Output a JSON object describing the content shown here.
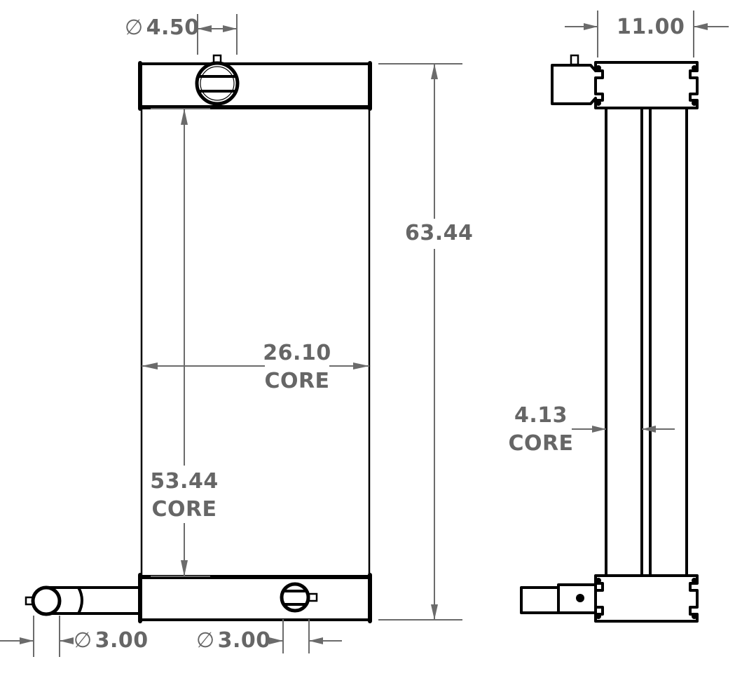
{
  "drawing": {
    "subject": "Radiator",
    "line_color": "#000000",
    "dimension_color": "#666666",
    "front_view": {
      "top_inlet_diameter": {
        "symbol": "∅",
        "value": "4.50"
      },
      "overall_height": {
        "value": "63.44"
      },
      "core_width": {
        "value": "26.10",
        "note": "CORE"
      },
      "core_height": {
        "value": "53.44",
        "note": "CORE"
      },
      "side_outlet_diameter": {
        "symbol": "∅",
        "value": "3.00"
      },
      "bottom_port_diameter": {
        "symbol": "∅",
        "value": "3.00"
      }
    },
    "side_view": {
      "overall_depth": {
        "value": "11.00"
      },
      "core_depth": {
        "value": "4.13",
        "note": "CORE"
      }
    }
  }
}
